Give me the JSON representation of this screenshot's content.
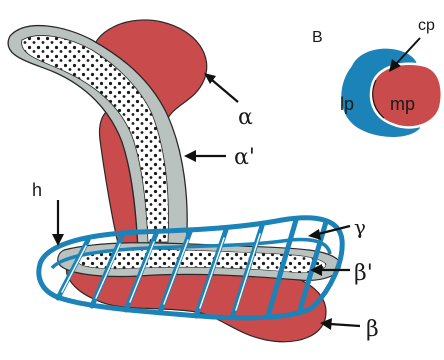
{
  "panel_b": {
    "panel_label": "B",
    "pointer_label": "cp",
    "left_part_label": "lp",
    "right_part_label": "mp"
  },
  "main": {
    "labels": {
      "h": "h",
      "alpha": "α",
      "alpha_prime": "α'",
      "gamma": "γ",
      "beta_prime": "β'",
      "beta": "β"
    }
  },
  "colors": {
    "red": "#c94b4b",
    "blue": "#1c83b8",
    "gray_band": "#b9c2bf",
    "dot_band": "#ffffff",
    "outline": "#2a2a2a"
  }
}
